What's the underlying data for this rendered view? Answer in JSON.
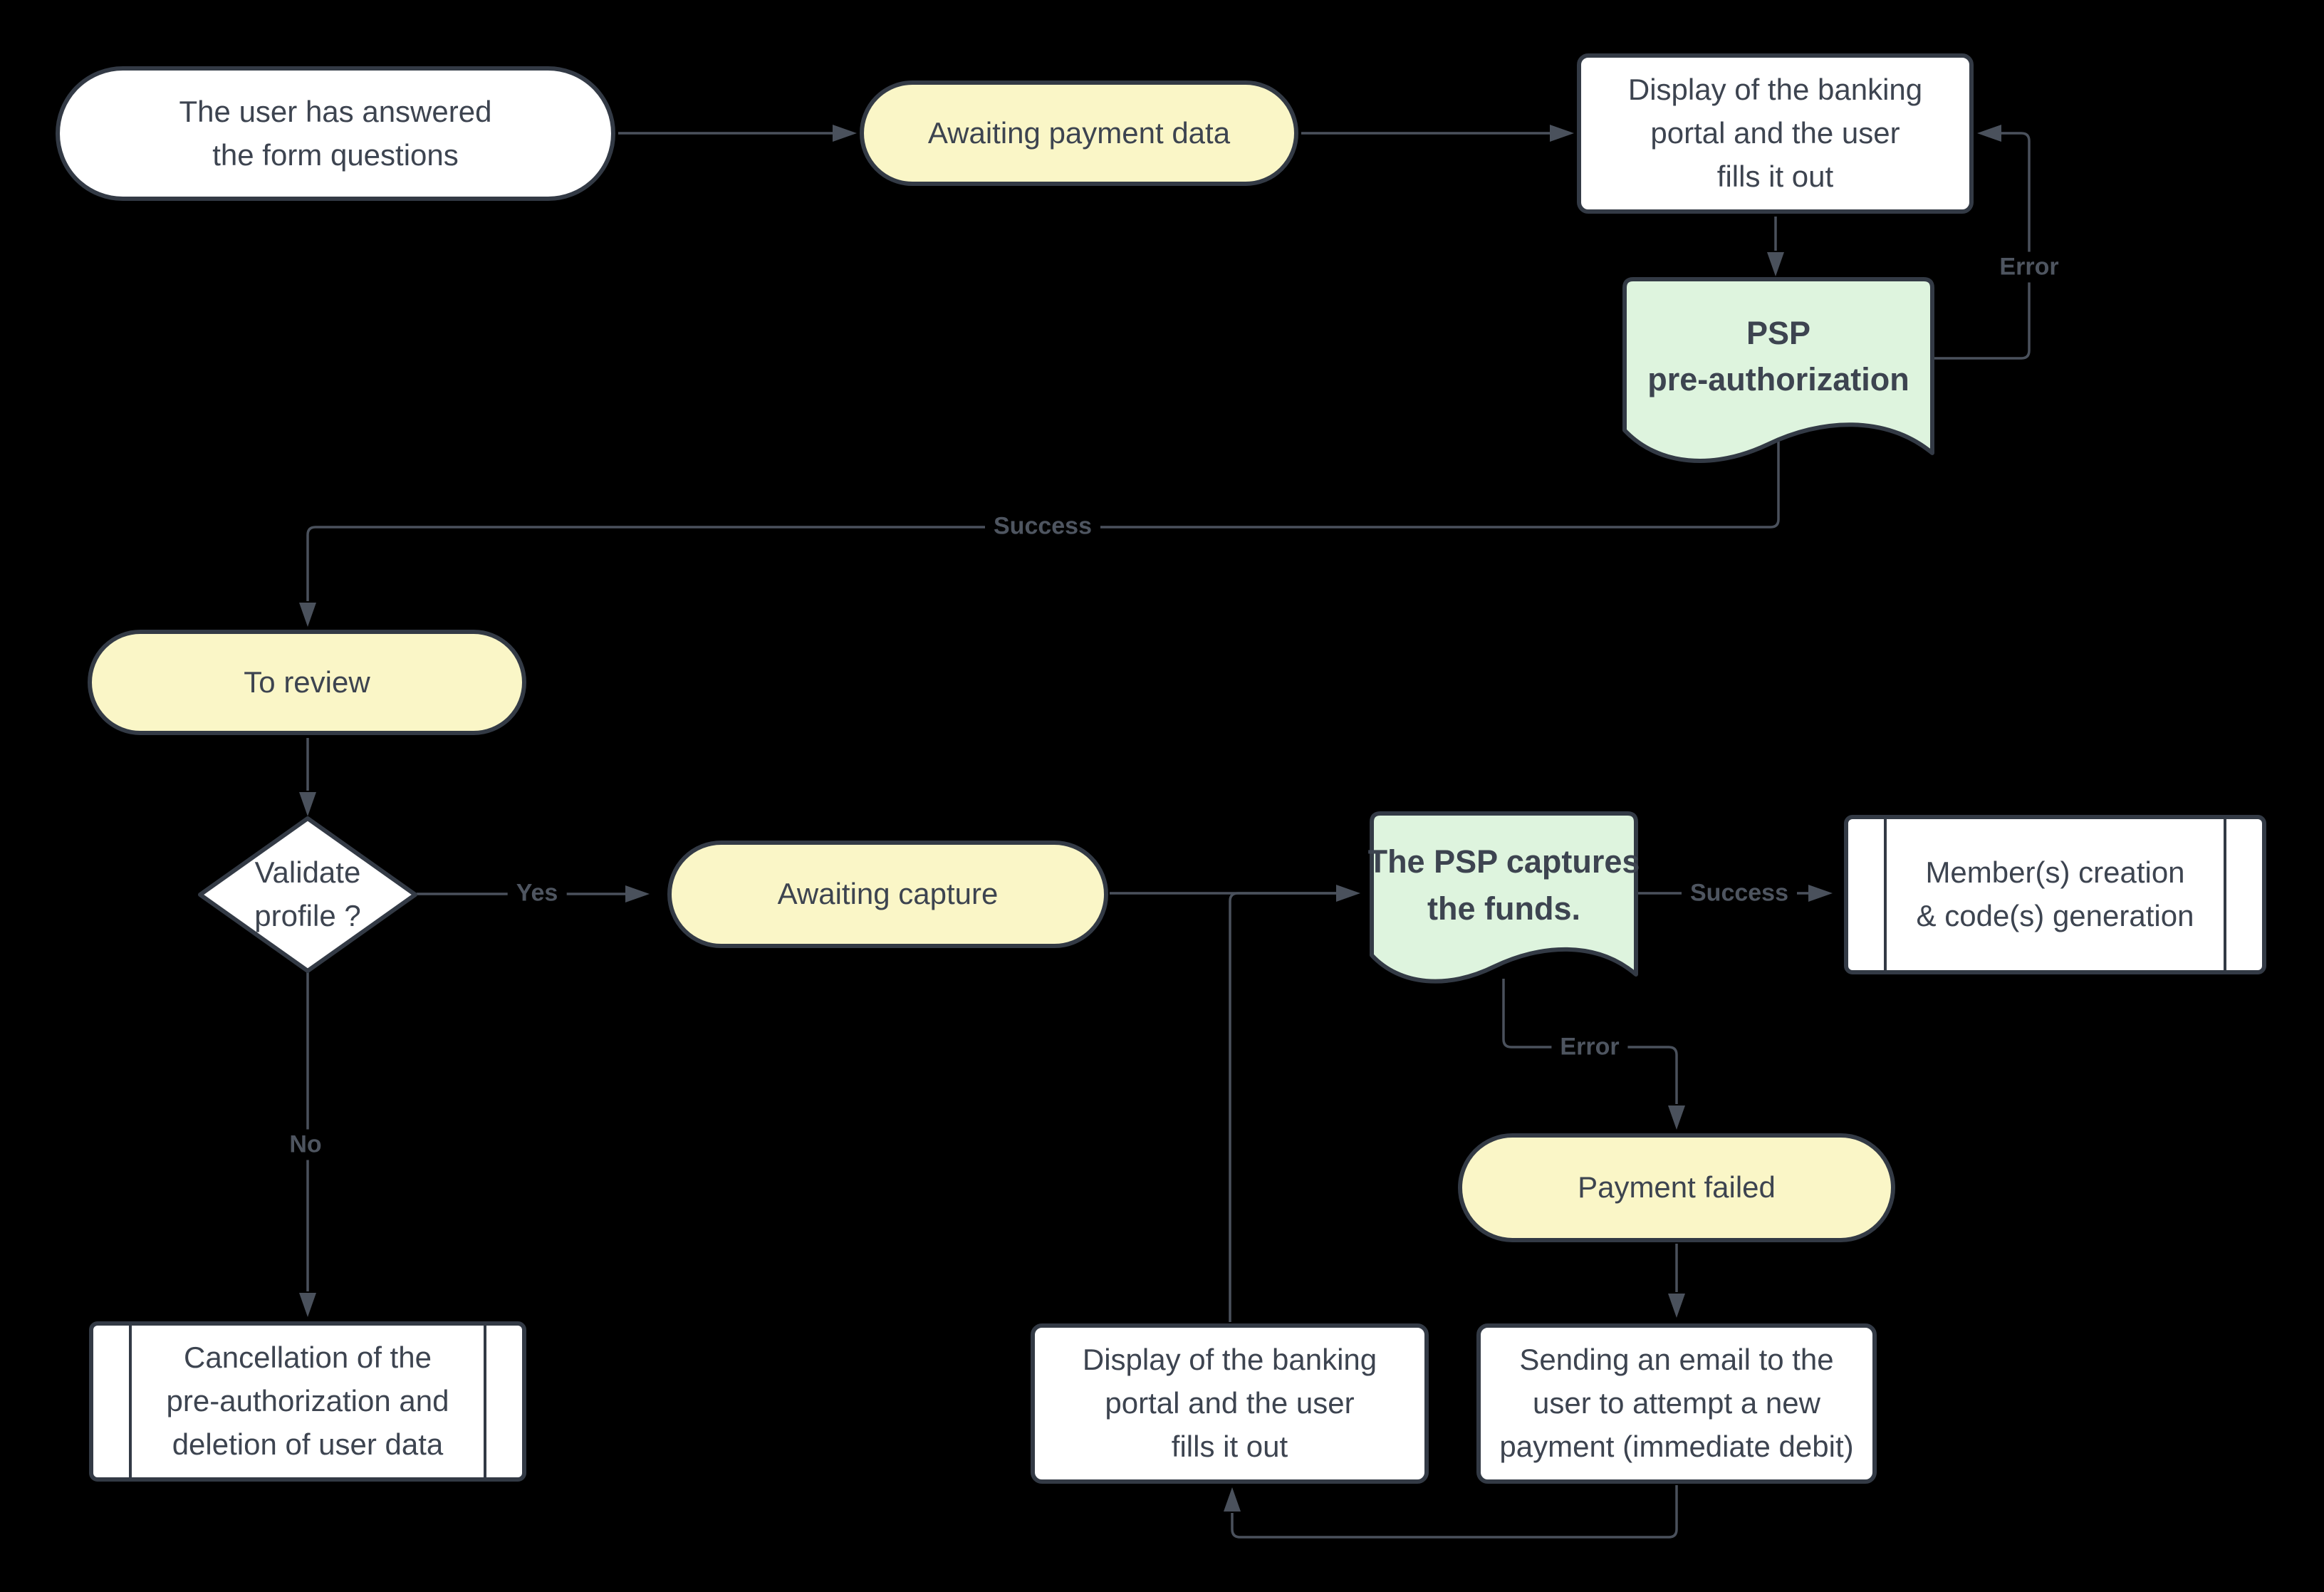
{
  "colors": {
    "border": "#333a45",
    "wire": "#4a515c",
    "text": "#3d4450",
    "label": "#4e5560",
    "yellow": "#faf6c7",
    "green": "#def4de",
    "white": "#ffffff"
  },
  "nodes": {
    "start": {
      "type": "terminator",
      "label": "The user has answered\nthe form questions"
    },
    "awaiting_payment": {
      "type": "state",
      "label": "Awaiting payment data"
    },
    "display_portal_top": {
      "type": "process",
      "label": "Display of the banking\nportal and the user\nfills it out"
    },
    "psp_preauthorization": {
      "type": "document",
      "label": "PSP\npre-authorization"
    },
    "to_review": {
      "type": "state",
      "label": "To review"
    },
    "validate_profile": {
      "type": "decision",
      "label": "Validate\nprofile ?"
    },
    "awaiting_capture": {
      "type": "state",
      "label": "Awaiting capture"
    },
    "psp_captures_funds": {
      "type": "document",
      "label": "The PSP captures\nthe funds."
    },
    "members_creation": {
      "type": "subprocess",
      "label": "Member(s) creation\n& code(s) generation"
    },
    "payment_failed": {
      "type": "state",
      "label": "Payment failed"
    },
    "cancellation": {
      "type": "subprocess",
      "label": "Cancellation of the\npre-authorization and\ndeletion of user data"
    },
    "display_portal_bottom": {
      "type": "process",
      "label": "Display of the banking\nportal and the user\nfills it out"
    },
    "sending_email": {
      "type": "process",
      "label": "Sending an email to the\nuser to attempt a new\npayment (immediate debit)"
    }
  },
  "edge_labels": {
    "preauth_success": "Success",
    "preauth_error": "Error",
    "validate_yes": "Yes",
    "validate_no": "No",
    "capture_success": "Success",
    "capture_error": "Error"
  }
}
